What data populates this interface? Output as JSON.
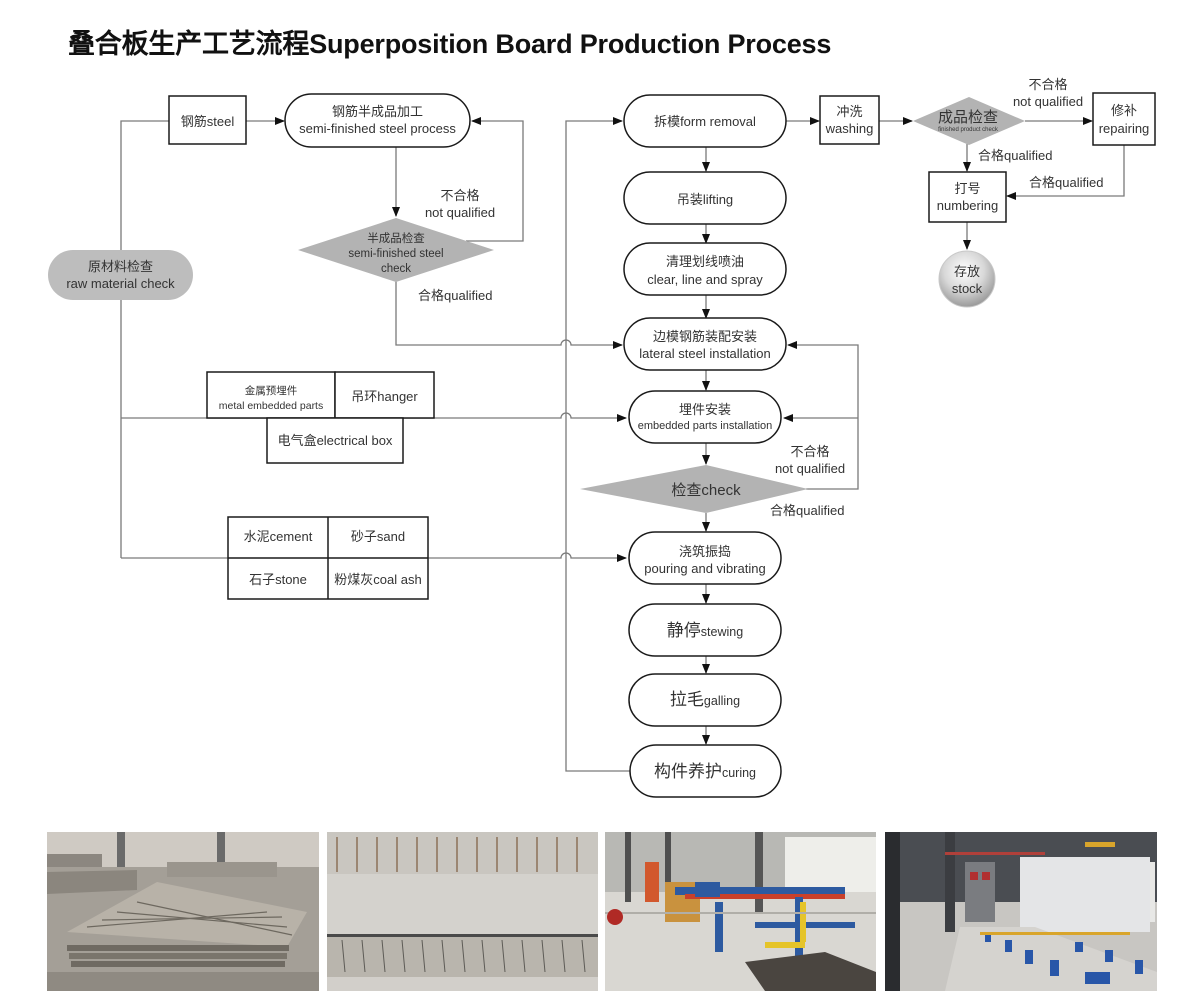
{
  "title": "叠合板生产工艺流程Superposition Board Production Process",
  "nodes": {
    "raw_check": {
      "cn": "原材料检查",
      "en": "raw material check"
    },
    "steel": {
      "label": "钢筋steel"
    },
    "semi_process": {
      "cn": "钢筋半成品加工",
      "en": "semi-finished steel process"
    },
    "semi_check": {
      "cn": "半成品检查",
      "en1": "semi-finished steel",
      "en2": "check"
    },
    "metal_parts": {
      "cn": "金属预埋件",
      "en": "metal embedded parts"
    },
    "hanger": {
      "label": "吊环hanger"
    },
    "elec_box": {
      "label": "电气盒electrical box"
    },
    "cement": {
      "label": "水泥cement"
    },
    "sand": {
      "label": "砂子sand"
    },
    "stone": {
      "label": "石子stone"
    },
    "coal_ash": {
      "label": "粉煤灰coal ash"
    },
    "form_removal": {
      "label": "拆模form removal"
    },
    "lifting": {
      "label": "吊装lifting"
    },
    "clear": {
      "cn": "清理划线喷油",
      "en": "clear, line and spray"
    },
    "lateral": {
      "cn": "边模钢筋装配安装",
      "en": "lateral steel installation"
    },
    "embedded": {
      "cn": "埋件安装",
      "en": "embedded parts installation"
    },
    "check": {
      "label": "检查check"
    },
    "pouring": {
      "cn": "浇筑振捣",
      "en": "pouring and vibrating"
    },
    "stewing": {
      "cn": "静停",
      "en": "stewing"
    },
    "galling": {
      "cn": "拉毛",
      "en": "galling"
    },
    "curing": {
      "cn": "构件养护",
      "en": "curing"
    },
    "washing": {
      "cn": "冲洗",
      "en": "washing"
    },
    "product_check": {
      "cn": "成品检查",
      "en": "finished product check"
    },
    "repairing": {
      "cn": "修补",
      "en": "repairing"
    },
    "numbering": {
      "cn": "打号",
      "en": "numbering"
    },
    "stock": {
      "cn": "存放",
      "en": "stock"
    }
  },
  "edge_labels": {
    "not_qualified_cn": "不合格",
    "not_qualified_en": "not qualified",
    "qualified": "合格qualified"
  },
  "colors": {
    "line": "#7a7a7a",
    "node_stroke": "#1a1a1a",
    "decision_fill": "#b3b3b3",
    "raw_check_fill": "#bdbdbd"
  },
  "photos": [
    {
      "subject": "stacked superposition slabs"
    },
    {
      "subject": "slab surfaces with rebar trusses"
    },
    {
      "subject": "rebar processing machinery"
    },
    {
      "subject": "production line workshop"
    }
  ]
}
